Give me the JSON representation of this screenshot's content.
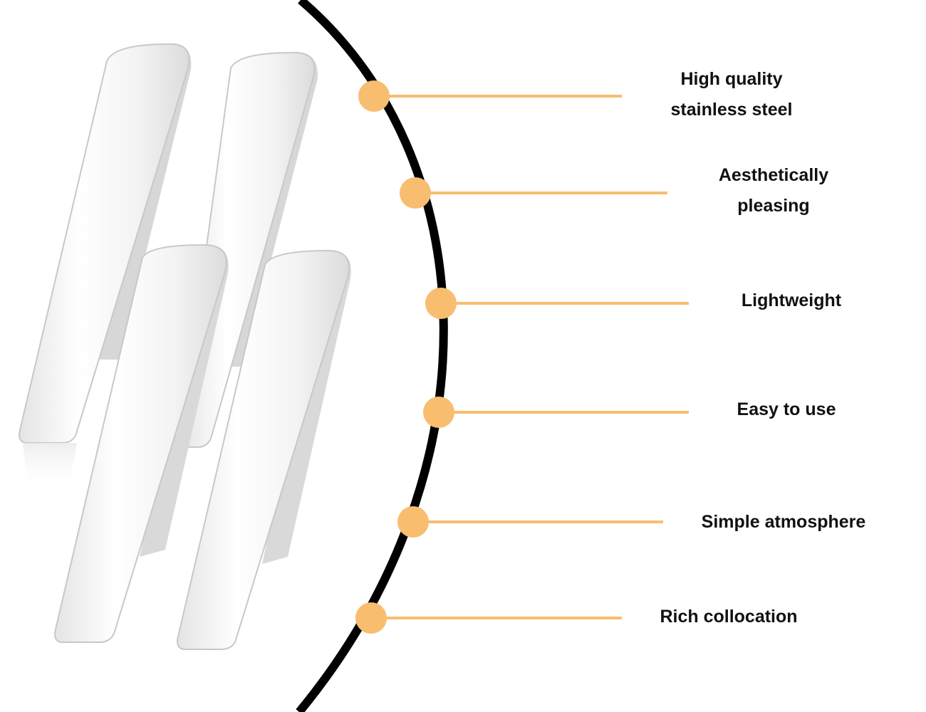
{
  "colors": {
    "background": "#ffffff",
    "curve": "#000000",
    "connector": "#f8bd6f",
    "text": "#111111",
    "clip_fill": "#f1f1f1",
    "clip_edge": "#c9c9c9"
  },
  "product_image": {
    "subject": "tie-clip-set",
    "clip_count": 4
  },
  "features": [
    {
      "id": "quality",
      "lines": [
        "High quality",
        "stainless steel"
      ]
    },
    {
      "id": "aesthetic",
      "lines": [
        "Aesthetically",
        "pleasing"
      ]
    },
    {
      "id": "light",
      "lines": [
        "Lightweight"
      ]
    },
    {
      "id": "easy",
      "lines": [
        "Easy to use"
      ]
    },
    {
      "id": "simple",
      "lines": [
        "Simple atmosphere"
      ]
    },
    {
      "id": "rich",
      "lines": [
        "Rich collocation"
      ]
    }
  ]
}
